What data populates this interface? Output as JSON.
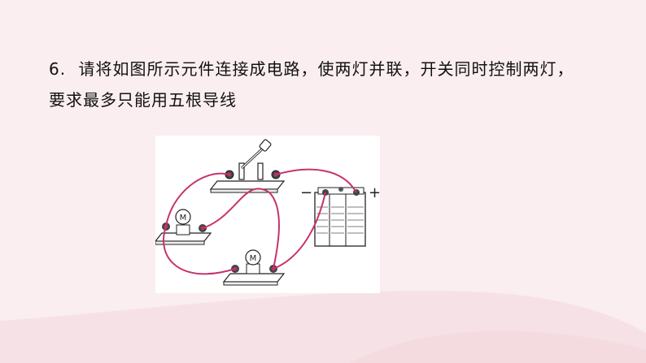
{
  "question": {
    "number": "6.",
    "line1": "请将如图所示元件连接成电路，使两灯并联，开关同时控制两灯，",
    "line2": "要求最多只能用五根导线"
  },
  "figure": {
    "battery_negative": "−",
    "battery_positive": "+",
    "lamp_symbol": "M"
  },
  "colors": {
    "background": "#fbeef0",
    "wave": "#f7e0e4",
    "wire": "#c8326e"
  }
}
